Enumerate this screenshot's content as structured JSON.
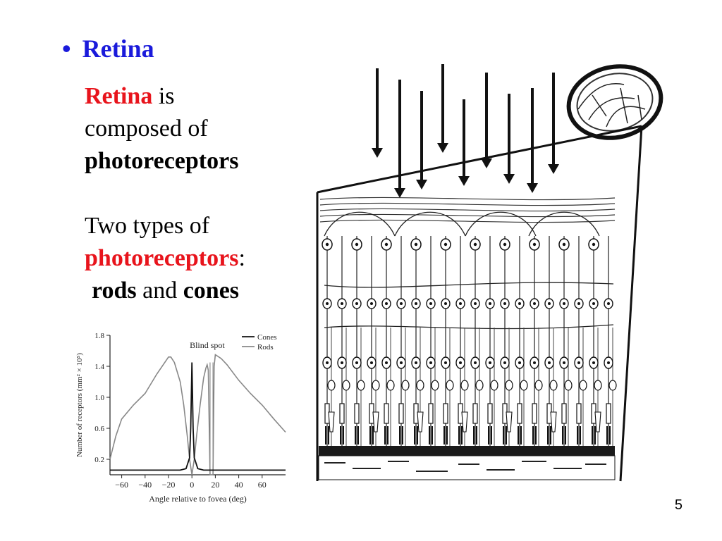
{
  "slide": {
    "bullet_title": "Retina",
    "para1": {
      "term": "Retina",
      "rest": " is",
      "line2": "composed of",
      "line3": "photoreceptors"
    },
    "para2": {
      "line1": "Two types of",
      "term": "photoreceptors",
      "colon": ":",
      "rods": "rods",
      "and": " and ",
      "cones": "cones"
    },
    "page_number": "5"
  },
  "chart_data": {
    "type": "line",
    "title": "",
    "xlabel": "Angle relative to fovea (deg)",
    "ylabel": "Number of receptors (mm² × 10⁵)",
    "xlim": [
      -70,
      80
    ],
    "ylim": [
      0,
      1.8
    ],
    "x_ticks": [
      -60,
      -40,
      -20,
      0,
      20,
      40,
      60
    ],
    "x_tick_labels": [
      "−60",
      "−40",
      "−20",
      "0",
      "20",
      "40",
      "60"
    ],
    "y_ticks": [
      0.2,
      0.6,
      1.0,
      1.4,
      1.8
    ],
    "y_tick_labels": [
      "0.2",
      "0.6",
      "1.0",
      "1.4",
      "1.8"
    ],
    "annotation": "Blind spot",
    "blind_spot_range": [
      15.5,
      18
    ],
    "legend": "top-right",
    "series": [
      {
        "name": "Cones",
        "color": "#111111",
        "x": [
          -70,
          -60,
          -40,
          -20,
          -10,
          -5,
          -2,
          -1,
          0,
          1,
          2,
          5,
          10,
          15.5,
          18,
          20,
          40,
          60,
          80
        ],
        "y": [
          0.06,
          0.06,
          0.06,
          0.06,
          0.06,
          0.08,
          0.22,
          0.6,
          1.45,
          0.6,
          0.22,
          0.08,
          0.06,
          0.06,
          0.06,
          0.06,
          0.06,
          0.06,
          0.06
        ]
      },
      {
        "name": "Rods",
        "color": "#888888",
        "x": [
          -70,
          -65,
          -60,
          -50,
          -40,
          -30,
          -20,
          -18,
          -15,
          -10,
          -7,
          -4,
          -2,
          0,
          2,
          4,
          7,
          10,
          12,
          13,
          14,
          15.5,
          18,
          19,
          20,
          25,
          30,
          40,
          50,
          60,
          70,
          80
        ],
        "y": [
          0.2,
          0.5,
          0.72,
          0.9,
          1.05,
          1.3,
          1.52,
          1.52,
          1.45,
          1.2,
          0.9,
          0.5,
          0.2,
          0.0,
          0.2,
          0.5,
          0.9,
          1.25,
          1.38,
          1.42,
          1.35,
          0.0,
          0.0,
          1.4,
          1.55,
          1.5,
          1.42,
          1.22,
          1.05,
          0.9,
          0.72,
          0.55
        ]
      }
    ]
  }
}
